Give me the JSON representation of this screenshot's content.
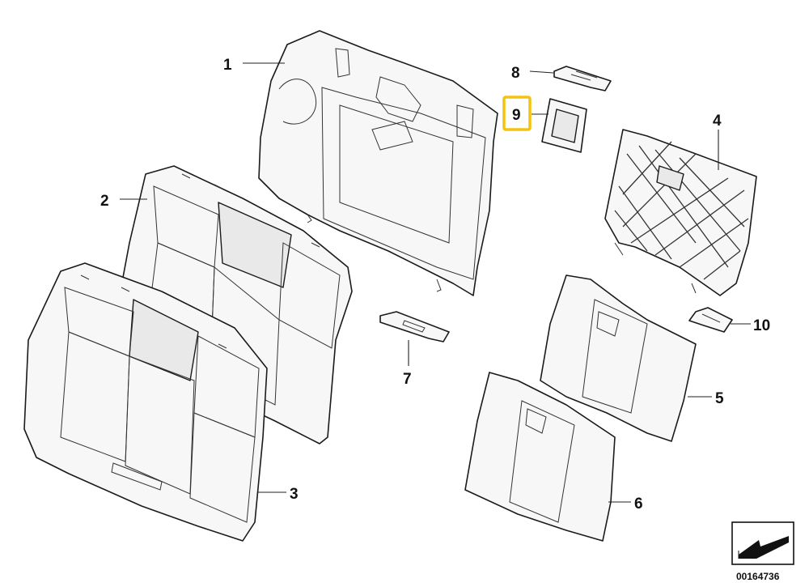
{
  "callouts": [
    {
      "id": "1",
      "label": "1"
    },
    {
      "id": "2",
      "label": "2"
    },
    {
      "id": "3",
      "label": "3"
    },
    {
      "id": "4",
      "label": "4"
    },
    {
      "id": "5",
      "label": "5"
    },
    {
      "id": "6",
      "label": "6"
    },
    {
      "id": "7",
      "label": "7"
    },
    {
      "id": "8",
      "label": "8"
    },
    {
      "id": "9",
      "label": "9",
      "highlighted": true
    },
    {
      "id": "10",
      "label": "10"
    }
  ],
  "highlight_color": "#f2c40f",
  "reference_number": "00164736"
}
